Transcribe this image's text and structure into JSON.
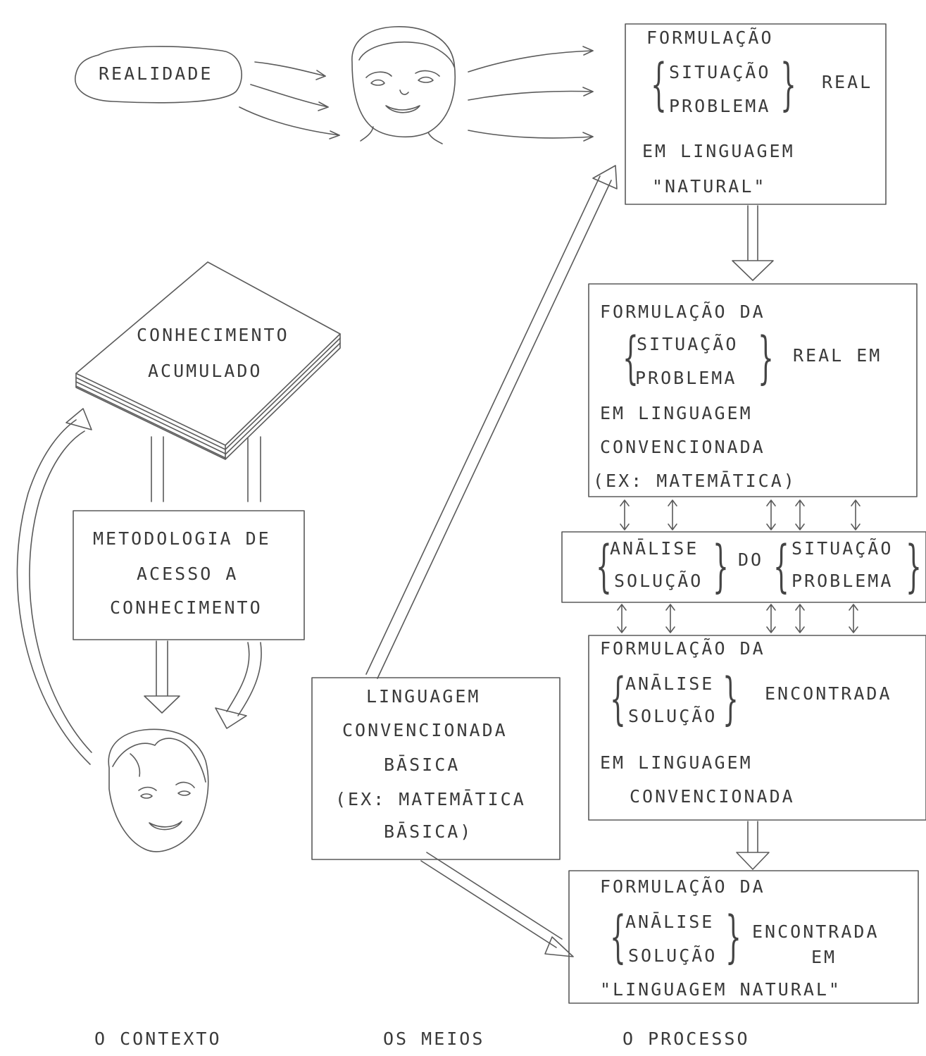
{
  "contexto": {
    "realidade": "REALIDADE",
    "conhecimento_line1": "CONHECIMENTO",
    "conhecimento_line2": "ACUMULADO",
    "metodologia_line1": "METODOLOGIA DE",
    "metodologia_line2": "ACESSO A",
    "metodologia_line3": "CONHECIMENTO"
  },
  "meios": {
    "linguagem_line1": "LINGUAGEM",
    "linguagem_line2": "CONVENCIONADA",
    "linguagem_line3": "BĀSICA",
    "linguagem_line4": "(EX: MATEMĀTICA",
    "linguagem_line5": "BĀSICA)"
  },
  "processo": {
    "box1": {
      "line1": "FORMULAÇÃO",
      "brace_a": "SITUAÇÃO",
      "brace_b": "PROBLEMA",
      "right": "REAL",
      "line4": "EM LINGUAGEM",
      "line5": "\"NATURAL\""
    },
    "box2": {
      "line1": "FORMULAÇÃO DA",
      "brace_a": "SITUAÇÃO",
      "brace_b": "PROBLEMA",
      "right": "REAL EM",
      "line4": "EM LINGUAGEM",
      "line5": "CONVENCIONADA",
      "line6": "(EX: MATEMĀTICA)"
    },
    "box3": {
      "brace_a": "ANĀLISE",
      "brace_b": "SOLUÇÃO",
      "middle": "DO",
      "brace_c": "SITUAÇÃO",
      "brace_d": "PROBLEMA"
    },
    "box4": {
      "line1": "FORMULAÇÃO DA",
      "brace_a": "ANĀLISE",
      "brace_b": "SOLUÇÃO",
      "right": "ENCONTRADA",
      "line4": "EM LINGUAGEM",
      "line5": "CONVENCIONADA"
    },
    "box5": {
      "line1": "FORMULAÇÃO DA",
      "brace_a": "ANĀLISE",
      "brace_b": "SOLUÇÃO",
      "right1": "ENCONTRADA",
      "right2": "EM",
      "line4": "\"LINGUAGEM NATURAL\""
    }
  },
  "footer": {
    "contexto": "O CONTEXTO",
    "meios": "OS MEIOS",
    "processo": "O PROCESSO"
  }
}
